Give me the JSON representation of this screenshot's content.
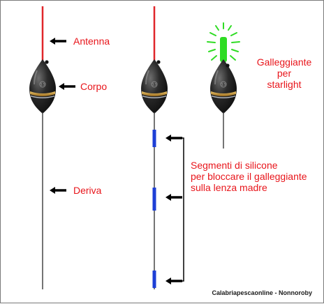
{
  "labels": {
    "antenna": "Antenna",
    "body": "Corpo",
    "drift": "Deriva",
    "starlight_float": [
      "Galleggiante",
      "per",
      "starlight"
    ],
    "silicone_segments": [
      "Segmenti di silicone",
      "per bloccare il galleggiante",
      "sulla lenza madre"
    ]
  },
  "credit": "Calabriapescaonline - Nonnoroby",
  "colors": {
    "label_text": "#e8151b",
    "antenna": "#e0262a",
    "float_body": "#1f1f1f",
    "gold_band": "#c99a3a",
    "silicone_segment": "#1d3fd6",
    "starlight": "#2fdc23"
  },
  "icons": [
    "arrow-left-icon"
  ]
}
